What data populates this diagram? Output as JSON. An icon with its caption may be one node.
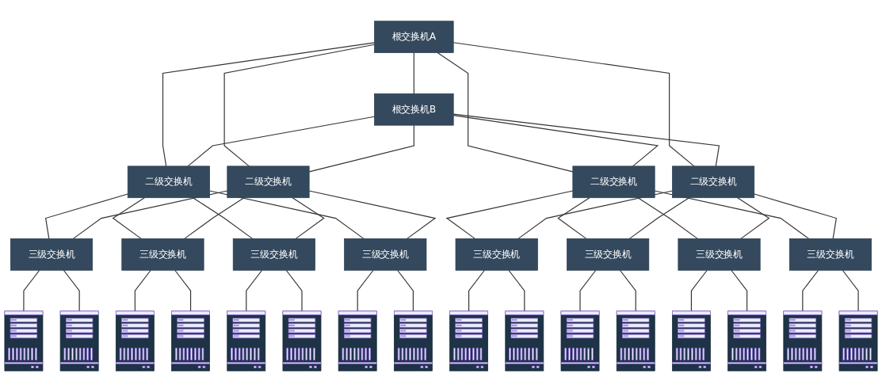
{
  "diagram": {
    "nodes": [
      {
        "text": [
          "根交换机A"
        ]
      },
      {
        "text": [
          "根交换机B"
        ]
      },
      {
        "text": [
          "二级交换机"
        ]
      },
      {
        "text": [
          "二级交换机"
        ]
      },
      {
        "text": [
          "二级交换机"
        ]
      },
      {
        "text": [
          "二级交换机"
        ]
      },
      {
        "text": [
          "三级交换机"
        ]
      },
      {
        "text": [
          "三级交换机"
        ]
      },
      {
        "text": [
          "三级交换机"
        ]
      },
      {
        "text": [
          "三级交换机"
        ]
      },
      {
        "text": [
          "三级交换机"
        ]
      },
      {
        "text": [
          "三级交换机"
        ]
      },
      {
        "text": [
          "三级交换机"
        ]
      },
      {
        "text": [
          "三级交换机"
        ]
      },
      {
        "text": [],
        "shape": "picture"
      },
      {
        "text": [],
        "shape": "picture"
      },
      {
        "text": [],
        "shape": "picture"
      },
      {
        "text": [],
        "shape": "picture"
      },
      {
        "text": [],
        "shape": "picture"
      },
      {
        "text": [],
        "shape": "picture"
      },
      {
        "text": [],
        "shape": "picture"
      },
      {
        "text": [],
        "shape": "picture"
      },
      {
        "text": [],
        "shape": "picture"
      },
      {
        "text": [],
        "shape": "picture"
      },
      {
        "text": [],
        "shape": "picture"
      },
      {
        "text": [],
        "shape": "picture"
      },
      {
        "text": [],
        "shape": "picture"
      },
      {
        "text": [],
        "shape": "picture"
      },
      {
        "text": [],
        "shape": "picture"
      },
      {
        "text": [],
        "shape": "picture"
      }
    ],
    "edges": [
      {
        "from": 0,
        "to": 1,
        "arrow": "none"
      },
      {
        "from": 0,
        "to": 2,
        "arrow": "none"
      },
      {
        "from": 0,
        "to": 3,
        "arrow": "none"
      },
      {
        "from": 0,
        "to": 4,
        "arrow": "none"
      },
      {
        "from": 0,
        "to": 5,
        "arrow": "none"
      },
      {
        "from": 1,
        "to": 2,
        "arrow": "none"
      },
      {
        "from": 1,
        "to": 3,
        "arrow": "none"
      },
      {
        "from": 1,
        "to": 4,
        "arrow": "none"
      },
      {
        "from": 1,
        "to": 5,
        "arrow": "none"
      },
      {
        "from": 2,
        "to": 6,
        "arrow": "none"
      },
      {
        "from": 2,
        "to": 7,
        "arrow": "none"
      },
      {
        "from": 2,
        "to": 8,
        "arrow": "none"
      },
      {
        "from": 2,
        "to": 9,
        "arrow": "none"
      },
      {
        "from": 3,
        "to": 6,
        "arrow": "none"
      },
      {
        "from": 3,
        "to": 7,
        "arrow": "none"
      },
      {
        "from": 3,
        "to": 8,
        "arrow": "none"
      },
      {
        "from": 3,
        "to": 9,
        "arrow": "none"
      },
      {
        "from": 4,
        "to": 10,
        "arrow": "none"
      },
      {
        "from": 4,
        "to": 11,
        "arrow": "none"
      },
      {
        "from": 4,
        "to": 12,
        "arrow": "none"
      },
      {
        "from": 4,
        "to": 13,
        "arrow": "none"
      },
      {
        "from": 5,
        "to": 10,
        "arrow": "none"
      },
      {
        "from": 5,
        "to": 11,
        "arrow": "none"
      },
      {
        "from": 5,
        "to": 12,
        "arrow": "none"
      },
      {
        "from": 5,
        "to": 13,
        "arrow": "none"
      },
      {
        "from": 6,
        "to": 14,
        "arrow": "none"
      },
      {
        "from": 6,
        "to": 15,
        "arrow": "none"
      },
      {
        "from": 7,
        "to": 16,
        "arrow": "none"
      },
      {
        "from": 7,
        "to": 17,
        "arrow": "none"
      },
      {
        "from": 8,
        "to": 18,
        "arrow": "none"
      },
      {
        "from": 8,
        "to": 19,
        "arrow": "none"
      },
      {
        "from": 9,
        "to": 20,
        "arrow": "none"
      },
      {
        "from": 9,
        "to": 21,
        "arrow": "none"
      },
      {
        "from": 10,
        "to": 22,
        "arrow": "none"
      },
      {
        "from": 10,
        "to": 23,
        "arrow": "none"
      },
      {
        "from": 11,
        "to": 24,
        "arrow": "none"
      },
      {
        "from": 11,
        "to": 25,
        "arrow": "none"
      },
      {
        "from": 12,
        "to": 26,
        "arrow": "none"
      },
      {
        "from": 12,
        "to": 27,
        "arrow": "none"
      },
      {
        "from": 13,
        "to": 28,
        "arrow": "none"
      },
      {
        "from": 13,
        "to": 29,
        "arrow": "none"
      }
    ]
  }
}
